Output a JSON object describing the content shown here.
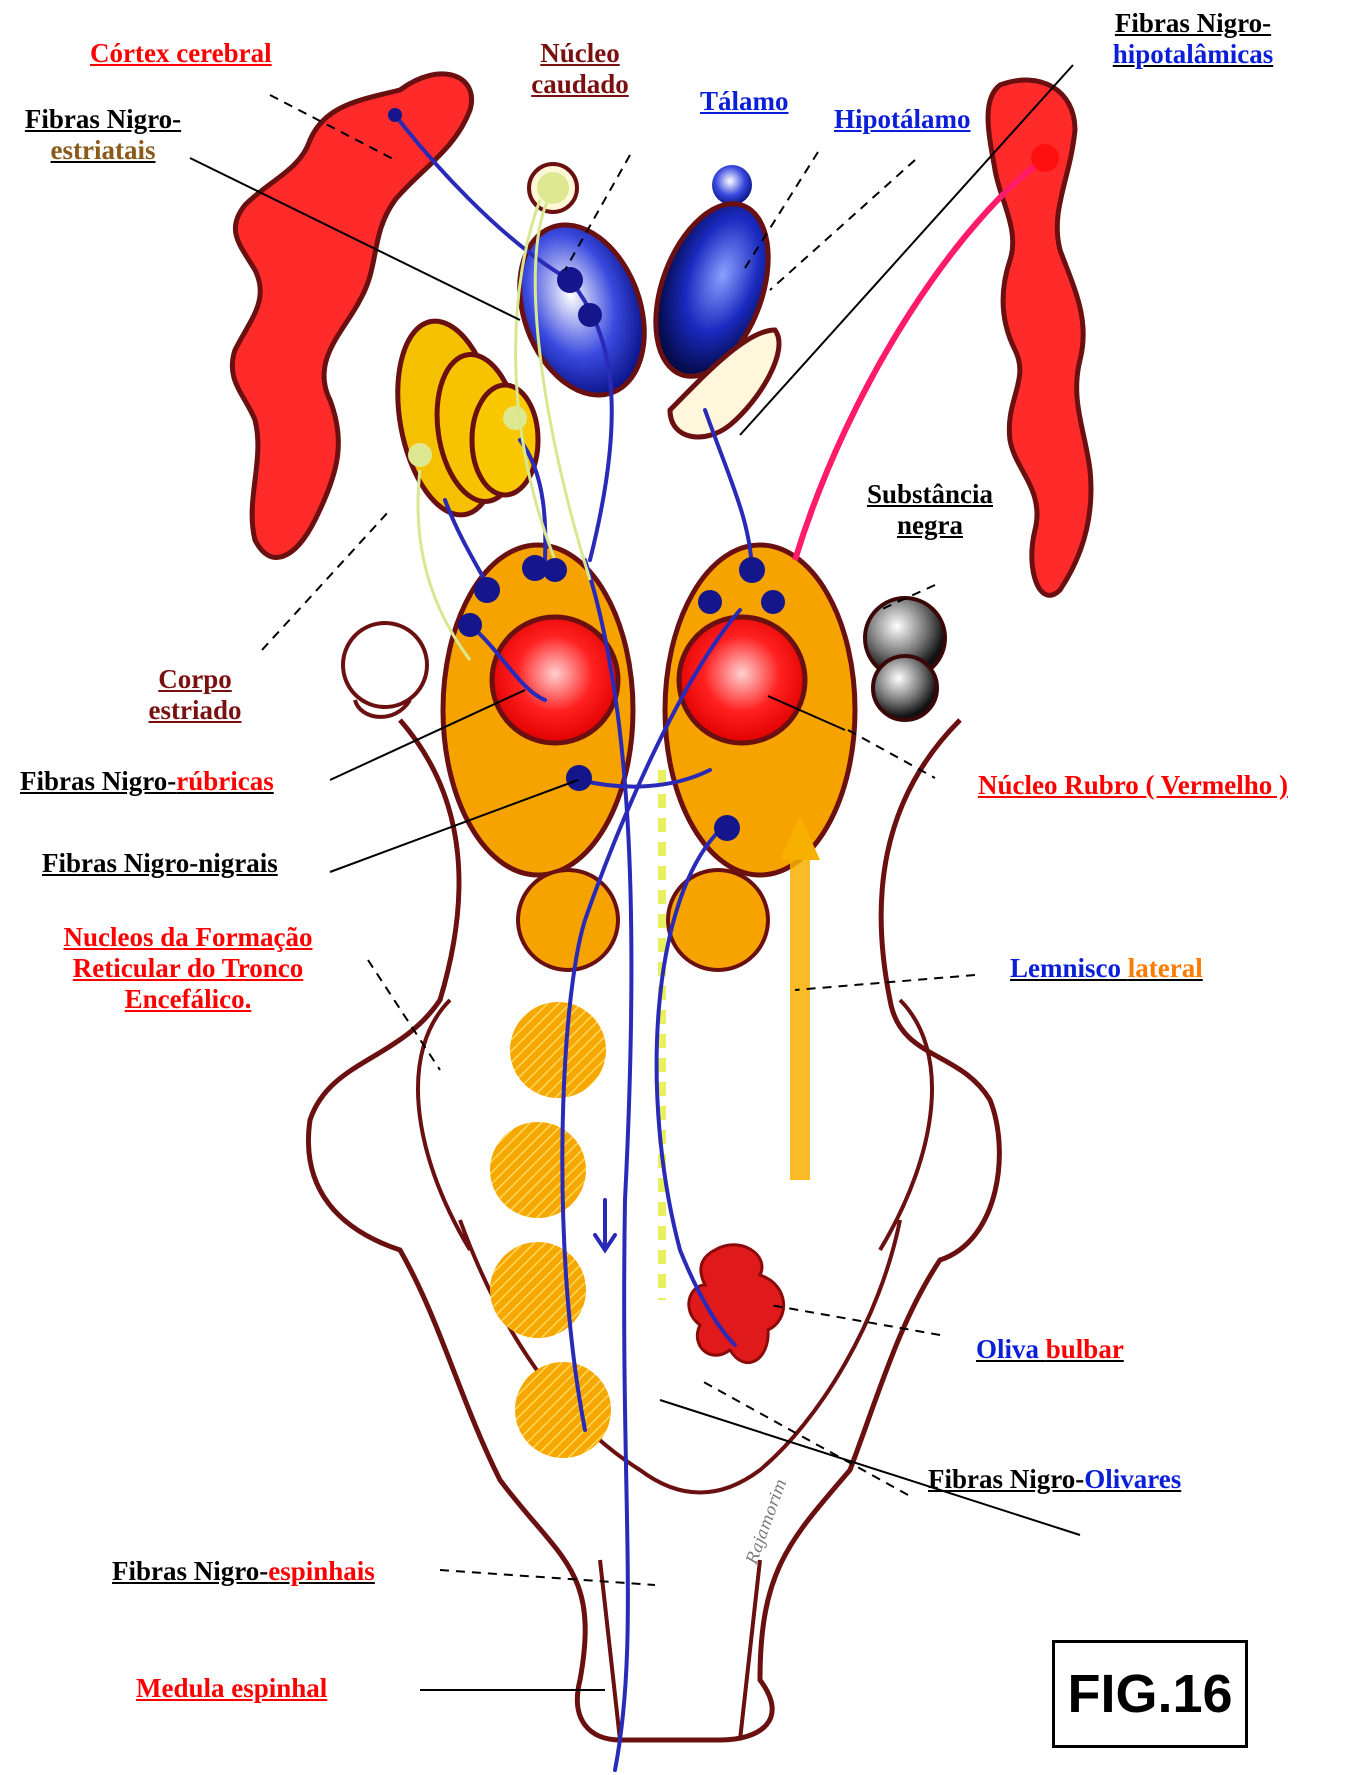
{
  "labels": {
    "cortex": "Córtex cerebral",
    "nucleo_caudado": [
      "Núcleo",
      "caudado"
    ],
    "talamo": "Tálamo",
    "hipotalamo": "Hipotálamo",
    "nigro_hipotalamicas": [
      "Fibras Nigro-",
      "hipotalâmicas"
    ],
    "nigro_estriatais": [
      "Fibras Nigro-",
      "estriatais"
    ],
    "substancia_negra": [
      "Substância",
      "negra"
    ],
    "corpo_estriado": [
      "Corpo",
      "estriado"
    ],
    "nigro_rubricas": [
      "Fibras Nigro-",
      "rúbricas"
    ],
    "nucleo_rubro": "Núcleo Rubro ( Vermelho )",
    "nigro_nigrais": "Fibras Nigro-nigrais",
    "formacao_reticular": [
      "Nucleos da Formação",
      "Reticular do Tronco",
      "Encefálico."
    ],
    "lemnisco_lateral": [
      "Lemnisco ",
      "lateral"
    ],
    "oliva_bulbar": [
      "Oliva ",
      "bulbar"
    ],
    "nigro_olivares": [
      "Fibras Nigro-",
      "Olivares"
    ],
    "nigro_espinhais": [
      "Fibras Nigro-",
      "espinhais"
    ],
    "medula_espinhal": "Medula espinhal"
  },
  "figure_label": "FIG.16",
  "signature": "Rajamorim",
  "colors": {
    "red_label": "#ff0000",
    "dark_red_label": "#7a1010",
    "blue_label": "#0b1ed8",
    "brown_label": "#8b5a1a",
    "orange_label": "#ff7a00",
    "black_label": "#000000",
    "fiber_blue": "#2a2ab8",
    "fiber_pink": "#ff1a6a",
    "fiber_yellow": "#d8e890",
    "outline": "#6b1010",
    "cortex": "#ff2a2a",
    "striatum": "#f5b800",
    "substantia_nigra": "#f5a000"
  }
}
